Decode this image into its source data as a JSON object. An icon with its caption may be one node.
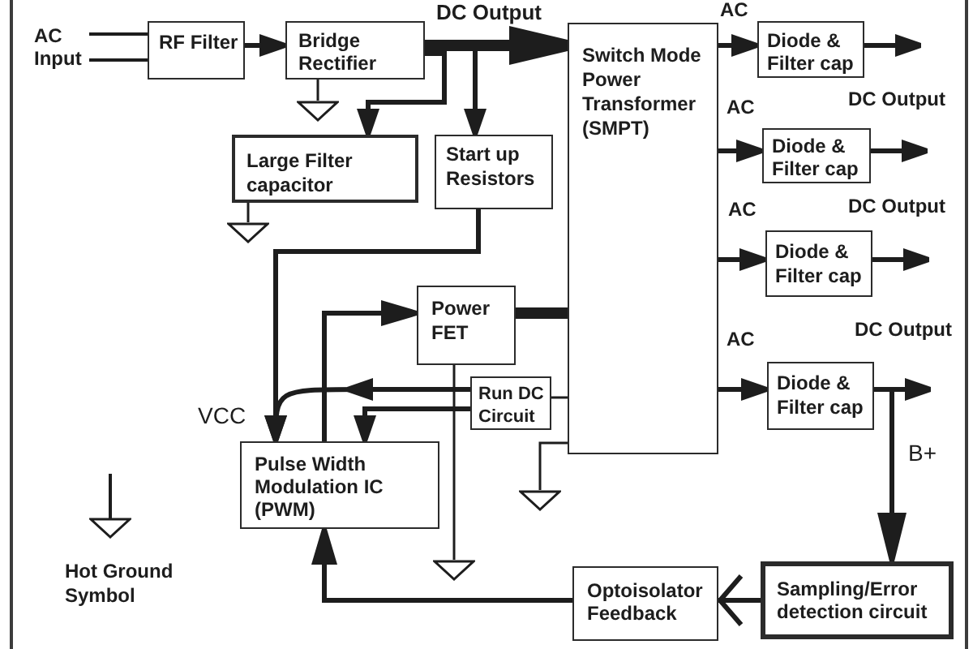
{
  "diagram": {
    "nodes": [
      {
        "text": [
          "AC Input"
        ]
      },
      {
        "text": [
          "RF Filter"
        ]
      },
      {
        "text": [
          "Bridge Rectifier"
        ]
      },
      {
        "text": [
          "Switch Mode Power Transformer (SMPT)"
        ]
      },
      {
        "text": [
          "Diode & Filter cap"
        ]
      },
      {
        "text": [],
        "shape": "triangle"
      },
      {
        "text": [
          "Large Filter capacitor"
        ]
      },
      {
        "text": [
          "Start up Resistors"
        ]
      },
      {
        "text": [
          "Diode & Filter cap"
        ]
      },
      {
        "text": [],
        "shape": "triangle"
      },
      {
        "text": [
          "Diode & Filter cap"
        ]
      },
      {
        "text": [
          "Power FET"
        ]
      },
      {
        "text": [
          "Run DC Circuit"
        ]
      },
      {
        "text": [
          "Diode & Filter cap"
        ]
      },
      {
        "text": [
          "Pulse Width Modulation IC (PWM)"
        ]
      },
      {
        "text": [],
        "shape": "triangle"
      },
      {
        "text": [],
        "shape": "triangle"
      },
      {
        "text": [
          "Optoisolator Feedback"
        ]
      },
      {
        "text": [
          "Sampling/Error detection circuit"
        ]
      }
    ],
    "edges": [
      {
        "from": 0,
        "to": 1,
        "arrow": "none"
      },
      {
        "from": 0,
        "to": 1,
        "arrow": "none"
      },
      {
        "from": 1,
        "to": 2,
        "arrow": "to"
      },
      {
        "from": 2,
        "to": 3,
        "arrow": "to",
        "label": "DC Output",
        "style": "thick"
      },
      {
        "from": 3,
        "to": 4,
        "arrow": "to",
        "label": "AC"
      },
      {
        "from": 2,
        "to": 5,
        "arrow": "none"
      },
      {
        "from": 2,
        "to": 6,
        "arrow": "to"
      },
      {
        "from": 2,
        "to": 7,
        "arrow": "to"
      },
      {
        "from": 3,
        "to": 8,
        "arrow": "to",
        "label": "AC"
      },
      {
        "from": 6,
        "to": 9,
        "arrow": "none"
      },
      {
        "from": 3,
        "to": 10,
        "arrow": "to",
        "label": "AC"
      },
      {
        "from": 7,
        "to": 14,
        "arrow": "to"
      },
      {
        "from": 14,
        "to": 11,
        "arrow": "to"
      },
      {
        "from": 11,
        "to": 3,
        "arrow": "none",
        "style": "thick"
      },
      {
        "from": 12,
        "to": 14,
        "arrow": "to"
      },
      {
        "from": 12,
        "to": 14,
        "arrow": "to"
      },
      {
        "from": 3,
        "to": 12,
        "arrow": "none"
      },
      {
        "from": 3,
        "to": 13,
        "arrow": "to",
        "label": "AC"
      },
      {
        "from": 3,
        "to": 15,
        "arrow": "none"
      },
      {
        "from": 11,
        "to": 16,
        "arrow": "none"
      },
      {
        "from": 18,
        "to": 17,
        "arrow": "to"
      },
      {
        "from": 17,
        "to": 14,
        "arrow": "to"
      },
      {
        "from": 4,
        "to": null,
        "arrow": "to"
      },
      {
        "from": 8,
        "to": null,
        "arrow": "to"
      },
      {
        "from": 10,
        "to": null,
        "arrow": "to"
      },
      {
        "from": 13,
        "to": null,
        "arrow": "to"
      },
      {
        "from": 13,
        "to": 18,
        "arrow": "to",
        "label": "B+"
      }
    ],
    "labels": [
      "DC Output",
      "DC Output",
      "DC Output",
      "VCC"
    ],
    "legend": [
      {
        "text": "Hot Ground Symbol"
      }
    ]
  }
}
